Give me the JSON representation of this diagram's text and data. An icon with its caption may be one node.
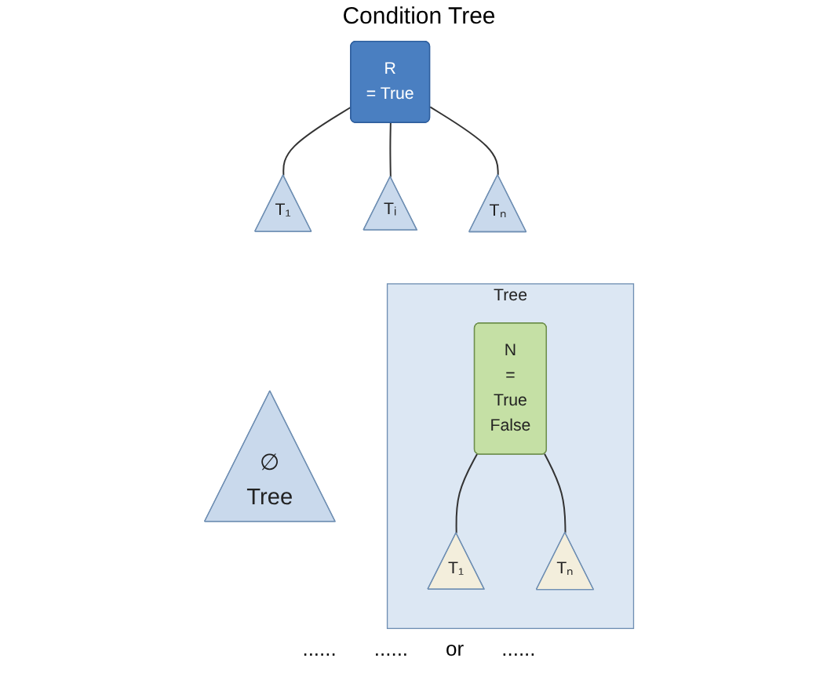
{
  "diagram": {
    "title": "Condition Tree",
    "nodes": [
      {
        "text": [
          "R",
          "= True"
        ]
      },
      {
        "text": [
          "T₁"
        ]
      },
      {
        "text": [
          "Tᵢ"
        ]
      },
      {
        "text": [
          "Tₙ"
        ]
      },
      {
        "text": [
          "∅",
          "Tree"
        ]
      },
      {
        "text": [
          "Tree"
        ]
      },
      {
        "text": [
          "N",
          "=",
          "True",
          "False"
        ],
        "in": 5
      },
      {
        "text": [
          "T₁"
        ],
        "in": 5
      },
      {
        "text": [
          "Tₙ"
        ],
        "in": 5
      }
    ],
    "edges": [
      {
        "from": 0,
        "to": 1,
        "arrow": "none"
      },
      {
        "from": 0,
        "to": 2,
        "arrow": "none"
      },
      {
        "from": 0,
        "to": 3,
        "arrow": "none"
      },
      {
        "from": 6,
        "to": 7,
        "arrow": "none"
      },
      {
        "from": 6,
        "to": 8,
        "arrow": "none"
      }
    ],
    "labels": [
      "......",
      "......",
      "or",
      "......"
    ]
  }
}
